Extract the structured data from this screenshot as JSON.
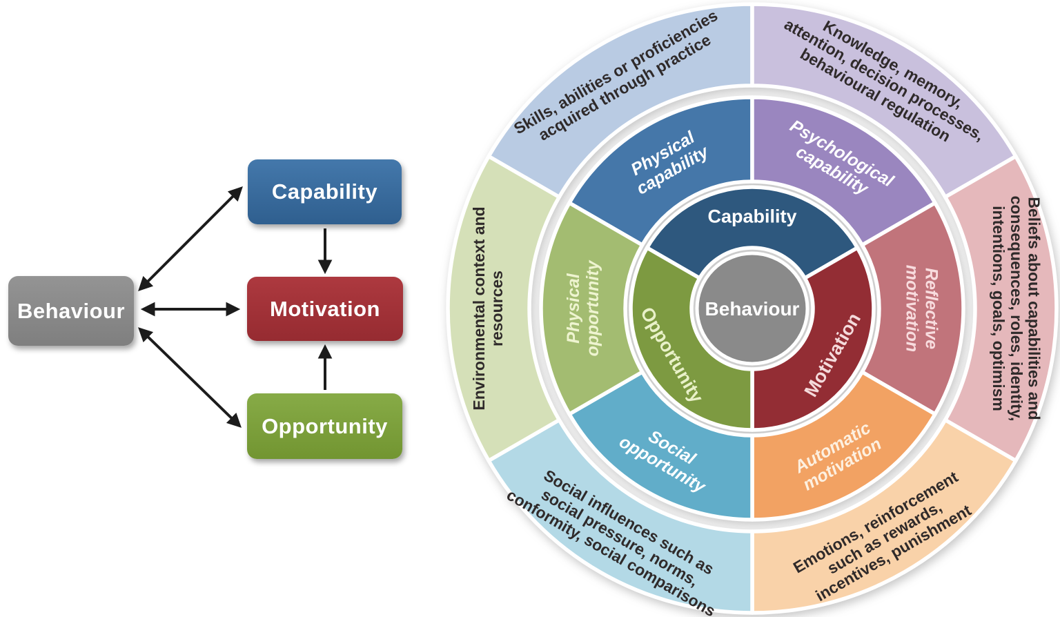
{
  "flowchart": {
    "arrow_color": "#1c1c1c",
    "nodes": [
      {
        "id": "behaviour",
        "label": "Behaviour",
        "color": "#949494",
        "color2": "#7f7f7f"
      },
      {
        "id": "capability",
        "label": "Capability",
        "color": "#4478ab",
        "color2": "#2f5f8f"
      },
      {
        "id": "motivation",
        "label": "Motivation",
        "color": "#ad393f",
        "color2": "#962b31"
      },
      {
        "id": "opportunity",
        "label": "Opportunity",
        "color": "#87ab47",
        "color2": "#729531"
      }
    ]
  },
  "sunburst": {
    "center": {
      "label": "Behaviour",
      "color": "#8a8a8a",
      "text_color": "#ffffff"
    },
    "rings": [
      {
        "name": "inner",
        "segments": [
          {
            "label": [
              "Capability"
            ],
            "start": -60,
            "end": 60,
            "color": "#2e587e",
            "text_color": "#ffffff"
          },
          {
            "label": [
              "Motivation"
            ],
            "start": 60,
            "end": 180,
            "color": "#932d34",
            "text_color": "#f4dadb"
          },
          {
            "label": [
              "Opportunity"
            ],
            "start": 180,
            "end": 300,
            "color": "#7d9a41",
            "text_color": "#e9f1c9"
          }
        ]
      },
      {
        "name": "middle",
        "segments": [
          {
            "label": [
              "Physical",
              "capability"
            ],
            "start": -60,
            "end": 0,
            "color": "#4577a9",
            "text_color": "#ffffff"
          },
          {
            "label": [
              "Psychological",
              "capability"
            ],
            "start": 0,
            "end": 60,
            "color": "#9a86bf",
            "text_color": "#ffffff"
          },
          {
            "label": [
              "Reflective",
              "motivation"
            ],
            "start": 60,
            "end": 120,
            "color": "#c1747b",
            "text_color": "#f8dcde"
          },
          {
            "label": [
              "Automatic",
              "motivation"
            ],
            "start": 120,
            "end": 180,
            "color": "#f2a263",
            "text_color": "#fdf0e0"
          },
          {
            "label": [
              "Social",
              "opportunity"
            ],
            "start": 180,
            "end": 240,
            "color": "#61adc9",
            "text_color": "#ffffff"
          },
          {
            "label": [
              "Physical",
              "opportunity"
            ],
            "start": 240,
            "end": 300,
            "color": "#a3bc71",
            "text_color": "#eef4d0"
          }
        ]
      },
      {
        "name": "outer",
        "segments": [
          {
            "label": [
              "Skills, abilities or proficiencies",
              "acquired through practice"
            ],
            "start": -60,
            "end": 0,
            "color": "#b9cbe3",
            "text_color": "#2f2a2a"
          },
          {
            "label": [
              "Knowledge, memory,",
              "attention, decision processes,",
              "behavioural regulation"
            ],
            "start": 0,
            "end": 60,
            "color": "#c9c0dd",
            "text_color": "#2f2a2a"
          },
          {
            "label": [
              "Beliefs about capabilities and",
              "consequences, roles, identity,",
              "intentions, goals, optimism"
            ],
            "start": 60,
            "end": 120,
            "color": "#e5b8bb",
            "text_color": "#2f2a2a"
          },
          {
            "label": [
              "Emotions, reinforcement",
              "such as rewards,",
              "incentives, punishment"
            ],
            "start": 120,
            "end": 180,
            "color": "#f9d2a9",
            "text_color": "#2f2a2a"
          },
          {
            "label": [
              "Social influences such as",
              "social pressure, norms,",
              "conformity, social comparisons"
            ],
            "start": 180,
            "end": 240,
            "color": "#b3d9e6",
            "text_color": "#2f2a2a"
          },
          {
            "label": [
              "Environmental context and",
              "resources"
            ],
            "start": 240,
            "end": 300,
            "color": "#d5e0b8",
            "text_color": "#2f2a2a"
          }
        ]
      }
    ]
  }
}
